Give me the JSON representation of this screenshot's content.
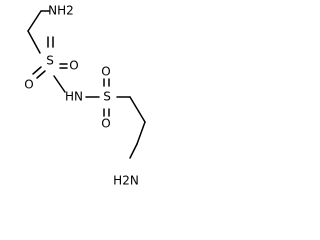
{
  "molecule": {
    "atom_labels": {
      "amine_top": "NH2",
      "sulfur_left": "S",
      "oxygen_left_a": "O",
      "oxygen_left_b": "O",
      "imide": "HN",
      "sulfur_right": "S",
      "oxygen_right_a": "O",
      "oxygen_right_b": "O",
      "amine_bottom": "H2N"
    }
  }
}
